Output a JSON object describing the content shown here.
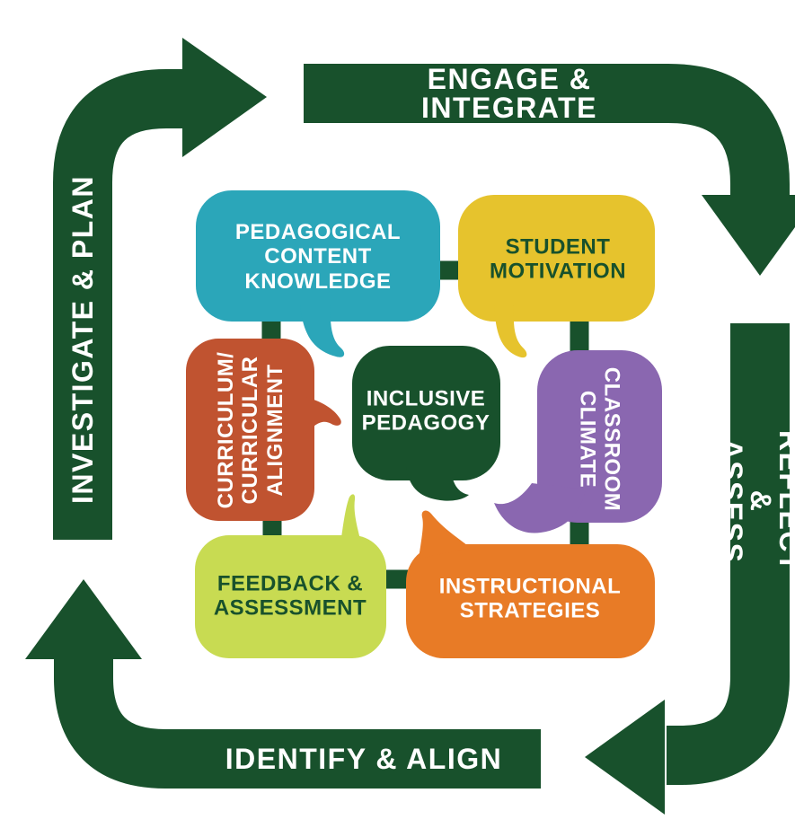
{
  "diagram": {
    "type": "teaching-cycle",
    "background": "#FFFFFF",
    "arrow_color": "#18512C",
    "steps": [
      {
        "id": "investigate-plan",
        "label": "INVESTIGATE & PLAN",
        "position": "left",
        "direction": "up-then-right"
      },
      {
        "id": "engage-integrate",
        "label": "ENGAGE & INTEGRATE",
        "position": "top",
        "direction": "right-then-down"
      },
      {
        "id": "reflect-assess",
        "label": "REFLECT & ASSESS",
        "position": "right",
        "direction": "down-then-left"
      },
      {
        "id": "identify-align",
        "label": "IDENTIFY & ALIGN",
        "position": "bottom",
        "direction": "left-then-up"
      }
    ],
    "bubbles": [
      {
        "id": "pedagogical-content-knowledge",
        "label": "PEDAGOGICAL\nCONTENT\nKNOWLEDGE",
        "color": "#2BA6B9",
        "text_color": "#FFFFFF",
        "orientation": "horizontal"
      },
      {
        "id": "student-motivation",
        "label": "STUDENT\nMOTIVATION",
        "color": "#E6C32D",
        "text_color": "#18512C",
        "orientation": "horizontal"
      },
      {
        "id": "curriculum-curricular-alignment",
        "label": "CURRICULUM/\nCURRICULAR\nALIGNMENT",
        "color": "#C05330",
        "text_color": "#FFFFFF",
        "orientation": "vertical-bottom-to-top"
      },
      {
        "id": "inclusive-pedagogy",
        "label": "INCLUSIVE\nPEDAGOGY",
        "color": "#18512C",
        "text_color": "#FFFFFF",
        "orientation": "horizontal"
      },
      {
        "id": "classroom-climate",
        "label": "CLASSROOM\nCLIMATE",
        "color": "#8A67B0",
        "text_color": "#FFFFFF",
        "orientation": "vertical-top-to-bottom"
      },
      {
        "id": "feedback-assessment",
        "label": "FEEDBACK &\nASSESSMENT",
        "color": "#C8DB52",
        "text_color": "#18512C",
        "orientation": "horizontal"
      },
      {
        "id": "instructional-strategies",
        "label": "INSTRUCTIONAL\nSTRATEGIES",
        "color": "#E87B26",
        "text_color": "#FFFFFF",
        "orientation": "horizontal"
      }
    ]
  }
}
